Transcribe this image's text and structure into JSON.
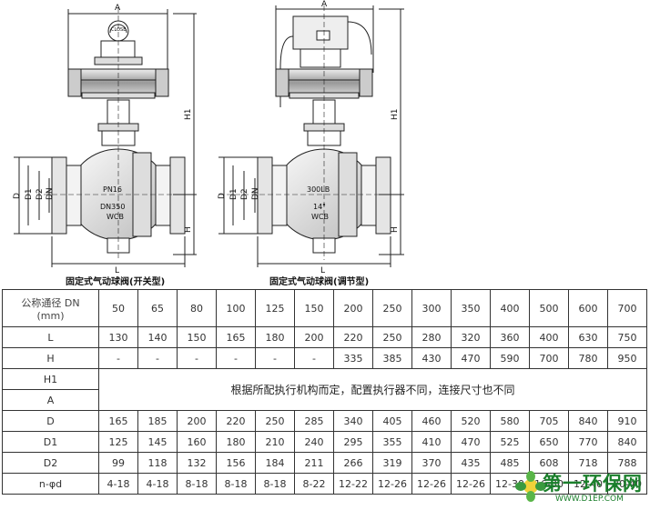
{
  "drawing_left": {
    "caption": "固定式气动球阀(开关型)",
    "dim_labels": {
      "A": "A",
      "H1": "H1",
      "H": "H",
      "L": "L",
      "D": "D",
      "D1": "D1",
      "D2": "D2",
      "DN": "DN"
    },
    "body_marks": [
      "PN16",
      "DN350",
      "WCB"
    ],
    "actuator_label": "CLOSE"
  },
  "drawing_right": {
    "caption": "固定式气动球阀(调节型)",
    "dim_labels": {
      "A": "A",
      "H1": "H1",
      "H": "H",
      "L": "L",
      "D": "D",
      "D1": "D1",
      "D2": "D2",
      "DN": "DN"
    },
    "body_marks": [
      "300LB",
      "14\"",
      "WCB"
    ]
  },
  "table": {
    "header_label": "公称通径 DN",
    "header_unit": "(mm)",
    "dn": [
      "50",
      "65",
      "80",
      "100",
      "125",
      "150",
      "200",
      "250",
      "300",
      "350",
      "400",
      "500",
      "600",
      "700"
    ],
    "rows": [
      {
        "label": "L",
        "values": [
          "130",
          "140",
          "150",
          "165",
          "180",
          "200",
          "220",
          "250",
          "280",
          "320",
          "360",
          "400",
          "630",
          "750"
        ]
      },
      {
        "label": "H",
        "values": [
          "-",
          "-",
          "-",
          "-",
          "-",
          "-",
          "335",
          "385",
          "430",
          "470",
          "590",
          "700",
          "780",
          "950"
        ]
      }
    ],
    "note_rows": [
      "H1",
      "A"
    ],
    "note": "根据所配执行机构而定，配置执行器不同，连接尺寸也不同",
    "rows2": [
      {
        "label": "D",
        "values": [
          "165",
          "185",
          "200",
          "220",
          "250",
          "285",
          "340",
          "405",
          "460",
          "520",
          "580",
          "705",
          "840",
          "910"
        ]
      },
      {
        "label": "D1",
        "values": [
          "125",
          "145",
          "160",
          "180",
          "210",
          "240",
          "295",
          "355",
          "410",
          "470",
          "525",
          "650",
          "770",
          "840"
        ]
      },
      {
        "label": "D2",
        "values": [
          "99",
          "118",
          "132",
          "156",
          "184",
          "211",
          "266",
          "319",
          "370",
          "435",
          "485",
          "608",
          "718",
          "788"
        ]
      },
      {
        "label": "n-φd",
        "values": [
          "4-18",
          "4-18",
          "8-18",
          "8-18",
          "8-18",
          "8-22",
          "12-22",
          "12-26",
          "12-26",
          "12-26",
          "12-30",
          "16-30",
          "12-40",
          "20-40"
        ]
      }
    ]
  },
  "watermark": {
    "text": "第一环保网",
    "url": "WWW.D1EP.COM"
  }
}
